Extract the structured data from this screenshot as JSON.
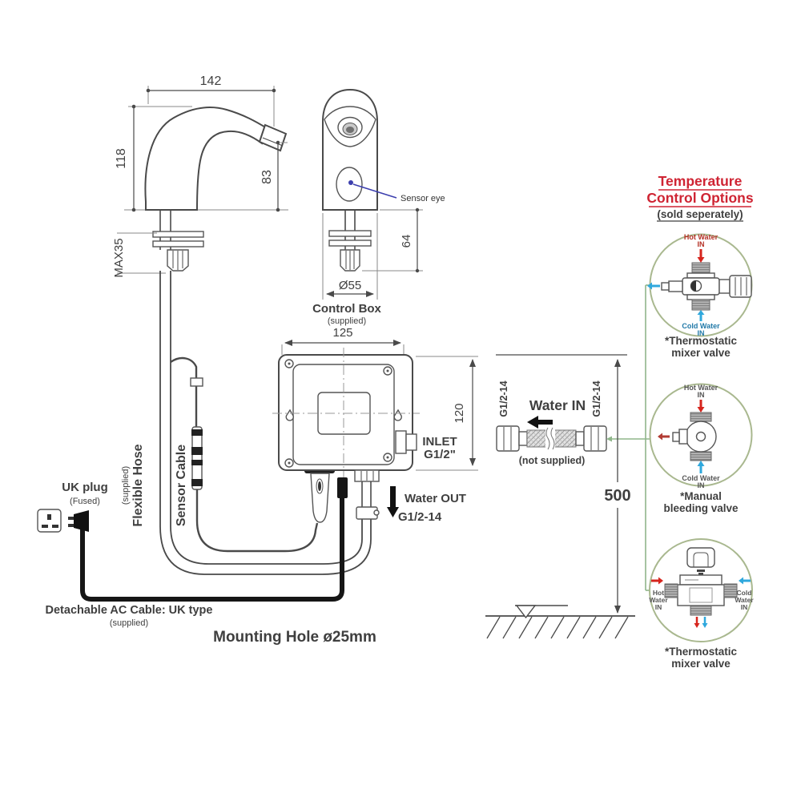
{
  "side_view": {
    "dim_width": "142",
    "dim_height": "118",
    "dim_spout_height": "83",
    "dim_deck_max": "MAX35"
  },
  "front_view": {
    "sensor_label": "Sensor eye",
    "dim_below_deck": "64",
    "dim_base": "Ø55"
  },
  "control_box": {
    "title": "Control Box",
    "supplied": "(supplied)",
    "dim_width": "125",
    "dim_height": "120",
    "inlet_line1": "INLET",
    "inlet_line2": "G1/2\"",
    "out_label": "Water OUT",
    "out_thread": "G1/2-14"
  },
  "power": {
    "plug": "UK plug",
    "plug_sub": "(Fused)",
    "cable": "Detachable AC Cable: UK type",
    "cable_sub": "(supplied)"
  },
  "lines_labels": {
    "flexible_hose": "Flexible Hose",
    "flexible_hose_sub": "(supplied)",
    "sensor_cable": "Sensor Cable"
  },
  "mounting_note": "Mounting Hole ø25mm",
  "water_in": {
    "label": "Water IN",
    "not_supplied": "(not supplied)",
    "thread_left": "G1/2-14",
    "thread_right": "G1/2-14",
    "dim_height": "500"
  },
  "temperature_options": {
    "title1": "Temperature",
    "title2": "Control Options",
    "subtitle": "(sold seperately)",
    "options": [
      {
        "line1": "*Thermostatic",
        "line2": "mixer valve",
        "hot1": "Hot Water",
        "hot2": "IN",
        "cold1": "Cold Water",
        "cold2": "IN"
      },
      {
        "line1": "*Manual",
        "line2": "bleeding valve",
        "hot1": "Hot Water",
        "hot2": "IN",
        "cold1": "Cold Water",
        "cold2": "IN"
      },
      {
        "line1": "*Thermostatic",
        "line2": "mixer valve",
        "hot1": "Hot",
        "hot2": "Water",
        "hot3": "IN",
        "cold1": "Cold",
        "cold2": "Water",
        "cold3": "IN"
      }
    ]
  },
  "colors": {
    "heading_red": "#cf2433",
    "hot_red": "#d6251d",
    "cold_blue": "#2fa8dd",
    "sensor_arrow_blue": "#3c3fae",
    "circle_green": "#a9b88f",
    "connector_green": "#8fb68a",
    "line_gray": "#4a4a4a",
    "text_dark": "#3f3f3f",
    "cable_black": "#161616"
  }
}
